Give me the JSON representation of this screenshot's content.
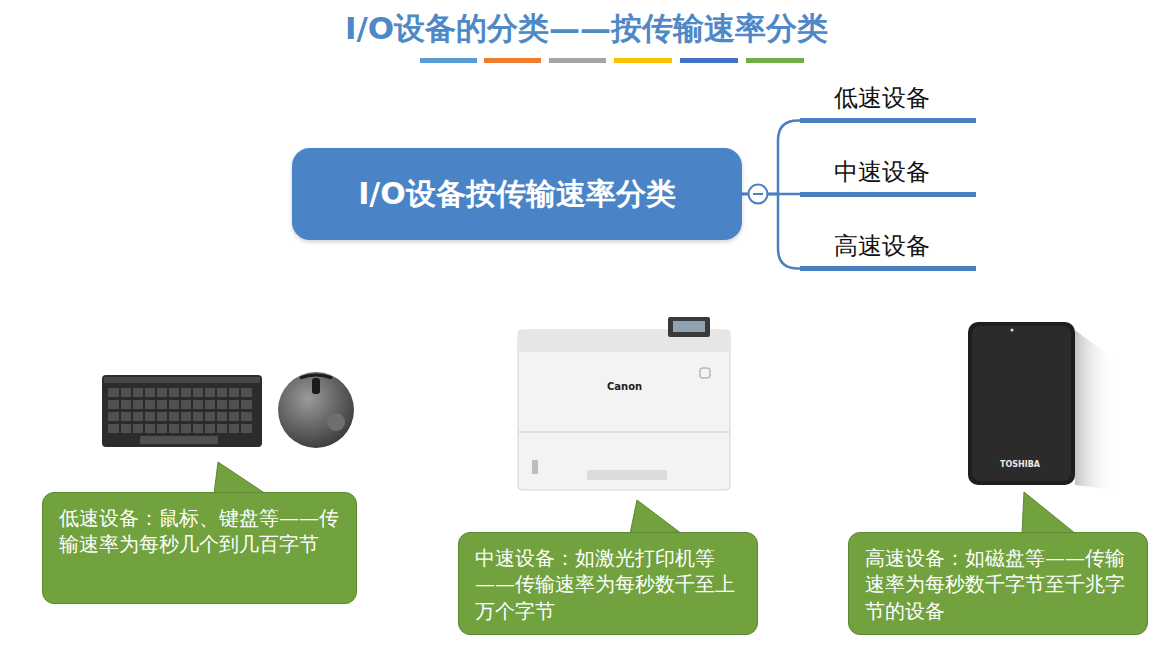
{
  "diagram": {
    "title": "I/O设备的分类——按传输速率分类",
    "nodes": [
      {
        "text": [
          "I/O设备按传输速率分类"
        ]
      },
      {
        "text": [
          "低速设备"
        ]
      },
      {
        "text": [
          "中速设备"
        ]
      },
      {
        "text": [
          "高速设备"
        ]
      },
      {
        "text": [
          "低速设备：鼠标、键盘等——传输速率为每秒几个到几百字节"
        ]
      },
      {
        "text": [
          "中速设备：如激光打印机等——传输速率为每秒数千至上万个字节"
        ]
      },
      {
        "text": [
          "高速设备：如磁盘等——传输速率为每秒数千字节至千兆字节的设备"
        ]
      }
    ],
    "edges": [
      {
        "from": 0,
        "to": 1,
        "arrow": "none"
      },
      {
        "from": 0,
        "to": 2,
        "arrow": "none"
      },
      {
        "from": 0,
        "to": 3,
        "arrow": "none"
      }
    ],
    "labels": [
      "Canon",
      "TOSHIBA"
    ]
  }
}
